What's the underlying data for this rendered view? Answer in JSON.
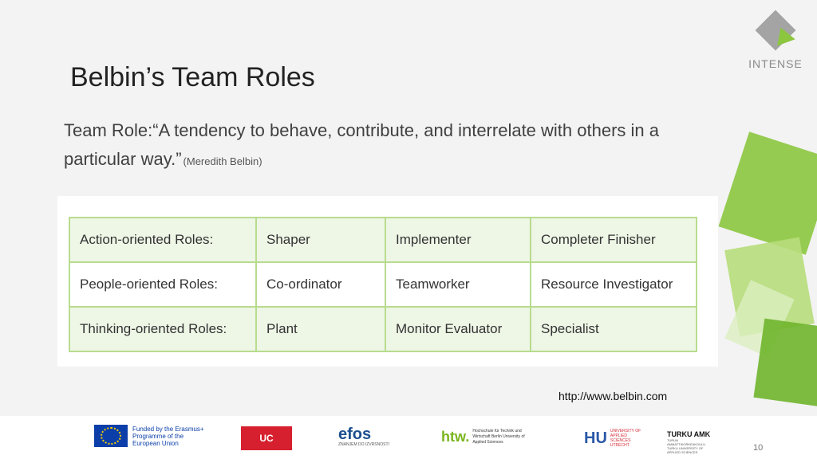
{
  "brand": {
    "logo_text": "INTENSE"
  },
  "slide": {
    "title": "Belbin’s Team Roles",
    "definition": "Team Role:“A tendency to behave, contribute, and interrelate with others in a particular way.”",
    "definition_author": "(Meredith Belbin)",
    "source_link": "http://www.belbin.com",
    "page_number": "10"
  },
  "table": {
    "rows": [
      [
        "Action-oriented Roles:",
        "Shaper",
        "Implementer",
        "Completer Finisher"
      ],
      [
        "People-oriented Roles:",
        "Co-ordinator",
        "Teamworker",
        "Resource Investigator"
      ],
      [
        "Thinking-oriented Roles:",
        "Plant",
        "Monitor Evaluator",
        "Specialist"
      ]
    ]
  },
  "footer": {
    "eu_text": "Funded by the Erasmus+ Programme of the European Union",
    "uc_text": "UC",
    "efos_text": "efos",
    "efos_sub": "ZNANJEM DO IZVRSNOSTI",
    "htw_mark": "htw.",
    "htw_text": "Hochschule für Technik und Wirtschaft Berlin University of Applied Sciences",
    "hu_mark": "HU",
    "hu_text": "UNIVERSITY OF APPLIED SCIENCES UTRECHT",
    "turku_text": "TURKU AMK",
    "turku_sub": "TURUN AMMATTIKORKEAKOULU TURKU UNIVERSITY OF APPLIED SCIENCES"
  },
  "colors": {
    "accent": "#8cc63f",
    "table_border": "#b8dc8e"
  }
}
